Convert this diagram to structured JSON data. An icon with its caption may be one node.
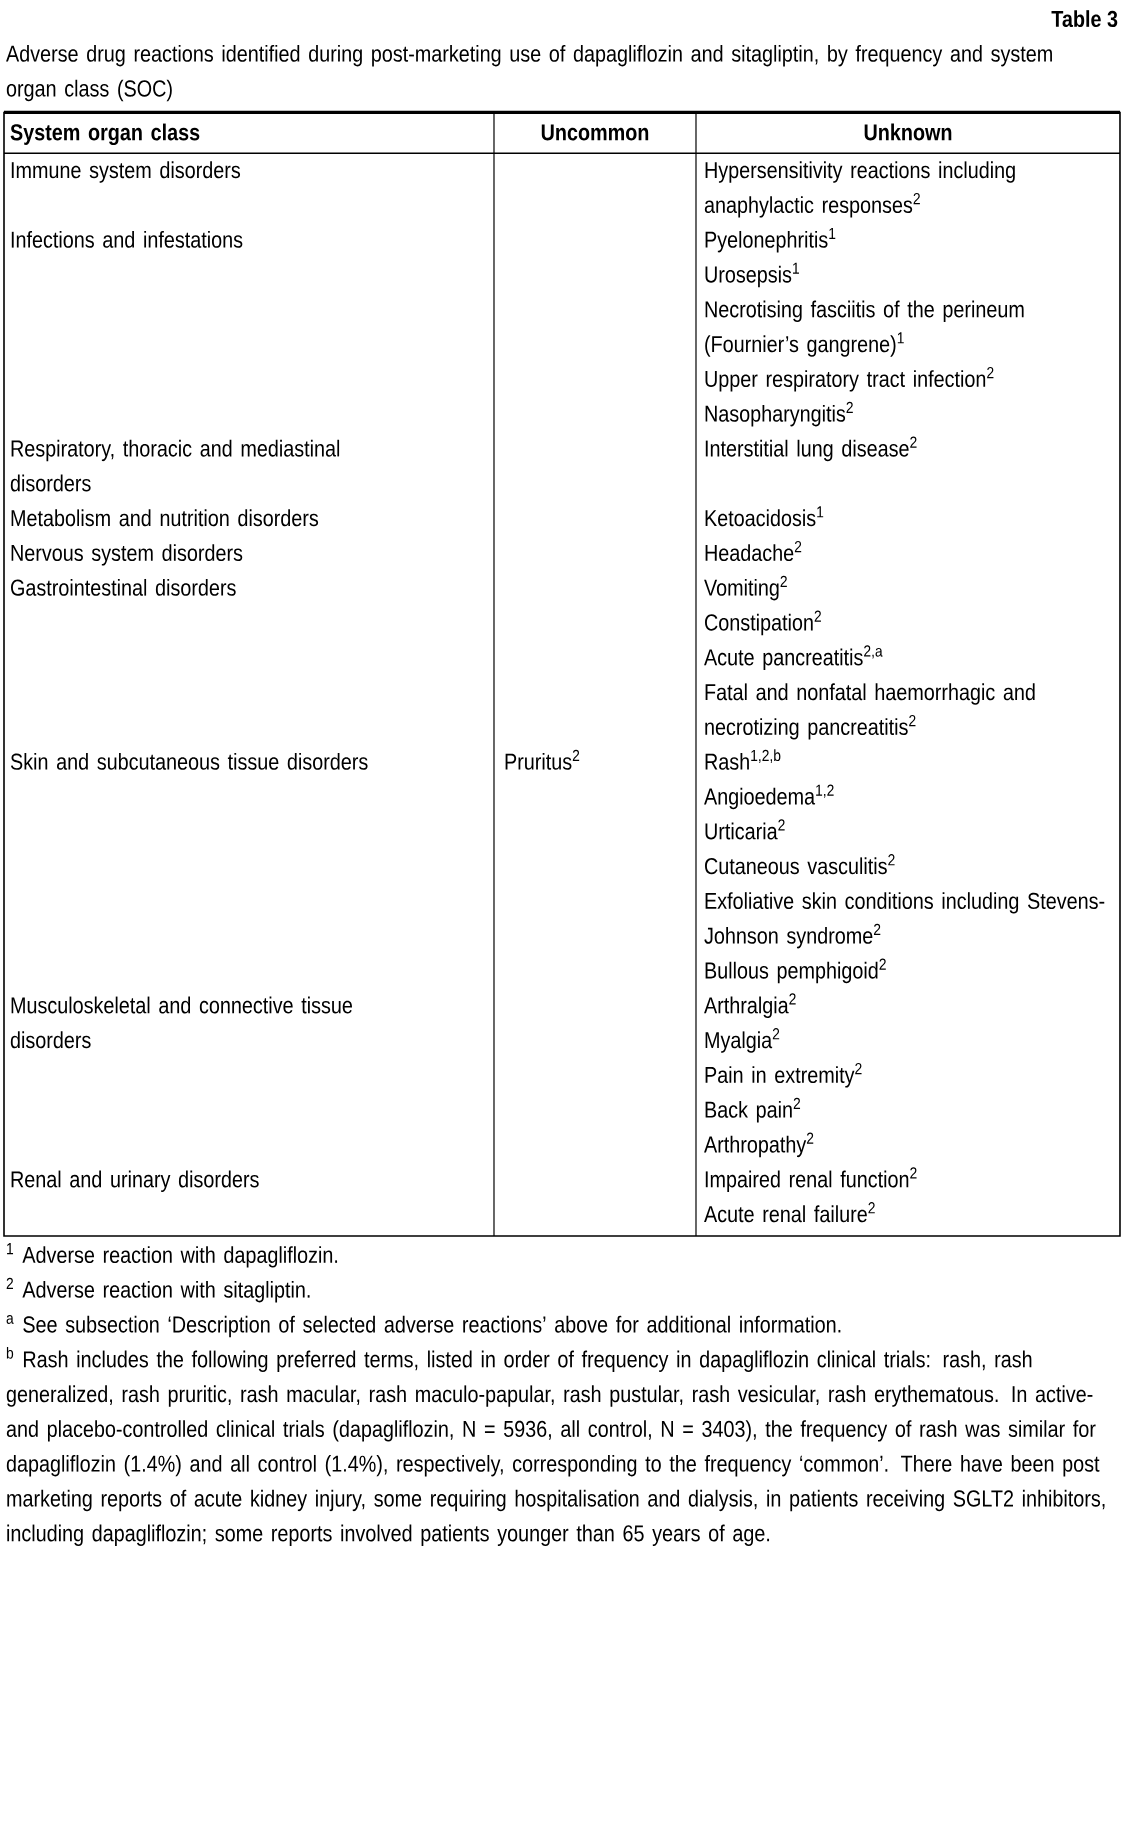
{
  "diagram": {
    "title": "Table 3",
    "caption": "Adverse drug reactions identified during post-marketing use of dapagliflozin and sitagliptin, by frequency and system organ class (SOC)",
    "labels": [
      "System organ class",
      "Uncommon",
      "Unknown",
      "Immune system disorders",
      "Hypersensitivity reactions including anaphylactic responses$^{2}$",
      "Infections and infestations",
      "Pyelonephritis$^{1}$",
      "Urosepsis$^{1}$",
      "Necrotising fasciitis of the perineum (Fournier’s gangrene)$^{1}$",
      "Upper respiratory tract infection$^{2}$",
      "Nasopharyngitis$^{2}$",
      "Respiratory, thoracic and mediastinal disorders",
      "Interstitial lung disease$^{2}$",
      "Metabolism and nutrition disorders",
      "Ketoacidosis$^{1}$",
      "Nervous system disorders",
      "Headache$^{2}$",
      "Gastrointestinal disorders",
      "Vomiting$^{2}$",
      "Constipation$^{2}$",
      "Acute pancreatitis$^{2,a}$",
      "Fatal and nonfatal haemorrhagic and necrotizing pancreatitis$^{2}$",
      "Skin and subcutaneous tissue disorders",
      "Pruritus$^{2}$",
      "Rash$^{1,2,b}$",
      "Angioedema$^{1,2}$",
      "Urticaria$^{2}$",
      "Cutaneous vasculitis$^{2}$",
      "Exfoliative skin conditions including Stevens-Johnson syndrome$^{2}$",
      "Bullous pemphigoid$^{2}$",
      "Musculoskeletal and connective tissue disorders",
      "Arthralgia$^{2}$",
      "Myalgia$^{2}$",
      "Pain in extremity$^{2}$",
      "Back pain$^{2}$",
      "Arthropathy$^{2}$",
      "Renal and urinary disorders",
      "Impaired renal function$^{2}$",
      "Acute renal failure$^{2}$",
      "$^{1}$ Adverse reaction with dapagliflozin.",
      "$^{2}$ Adverse reaction with sitagliptin.",
      "$^{a}$ See subsection ‘Description of selected adverse reactions’ above for additional information.",
      "$^{b}$ Rash includes the following preferred terms, listed in order of frequency in dapagliflozin clinical trials: rash, rash generalized, rash pruritic, rash macular, rash maculo-papular, rash pustular, rash vesicular, rash erythematous. In active- and placebo-controlled clinical trials (dapagliflozin, N = 5936, all control, N = 3403), the frequency of rash was similar for dapagliflozin (1.4%) and all control (1.4%), respectively, corresponding to the frequency ‘common’. There have been post marketing reports of acute kidney injury, some requiring hospitalisation and dialysis, in patients receiving SGLT2 inhibitors, including dapagliflozin; some reports involved patients younger than 65 years of age."
    ]
  }
}
